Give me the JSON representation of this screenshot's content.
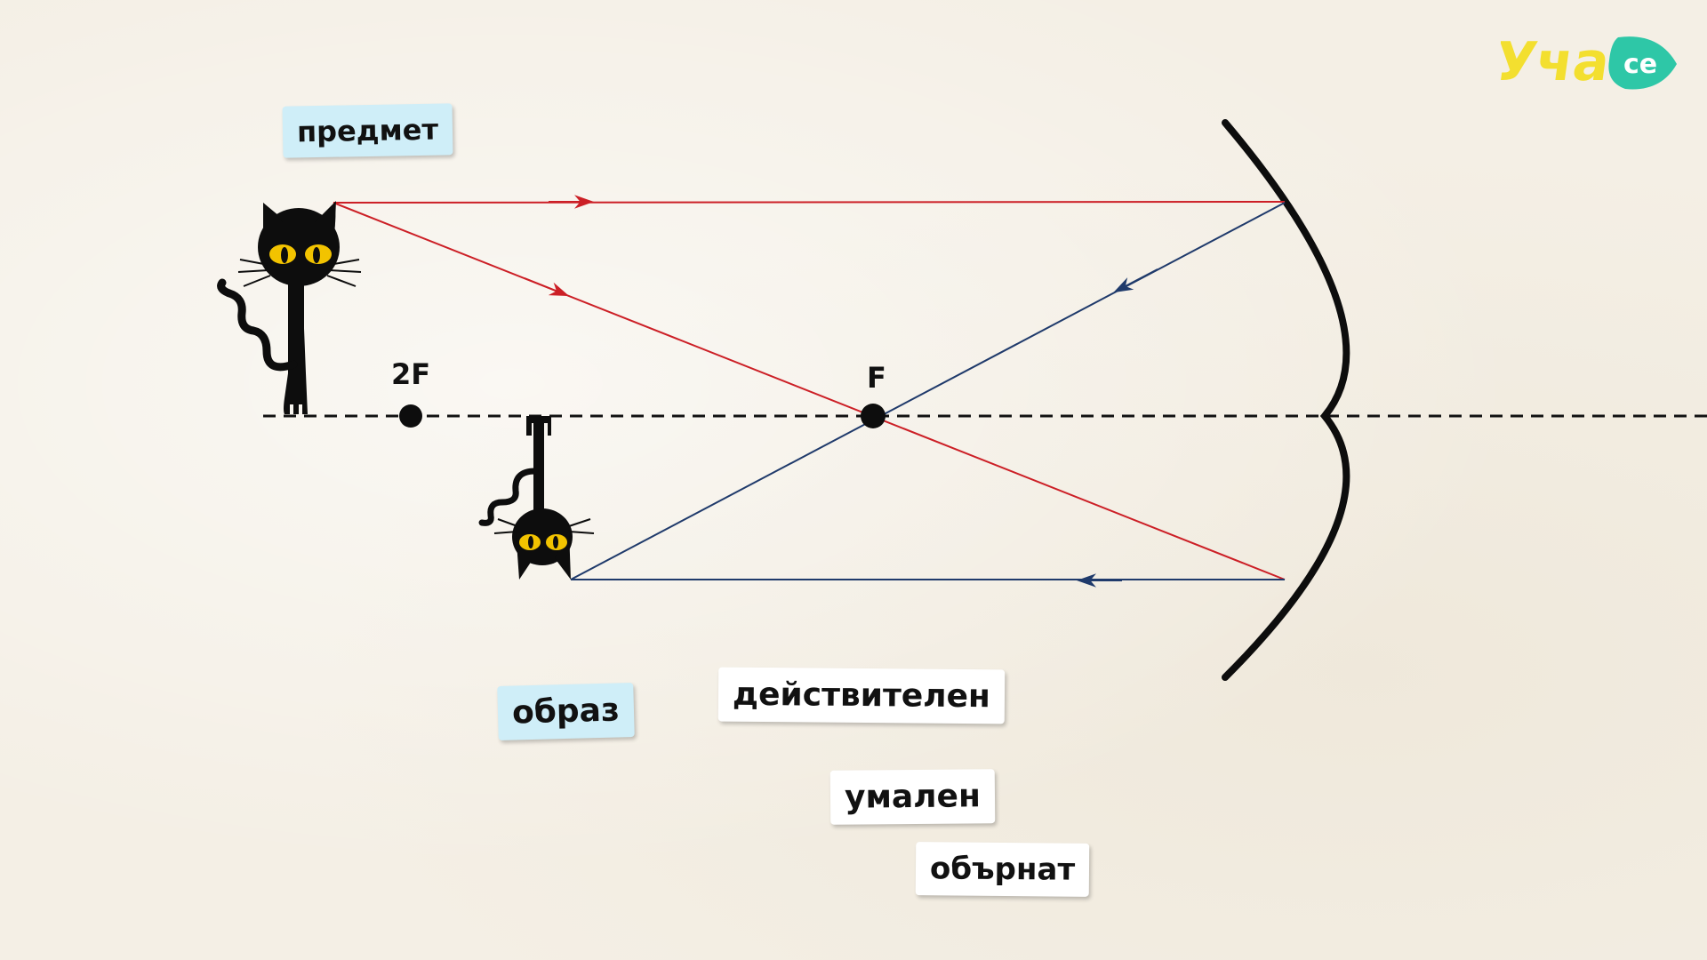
{
  "labels": {
    "object": "предмет",
    "image": "образ",
    "prop_real": "действителен",
    "prop_reduced": "умален",
    "prop_inverted": "обърнат",
    "point_2f": "2F",
    "point_f": "F"
  },
  "logo": {
    "text_main": "Уча",
    "text_badge": "се"
  },
  "colors": {
    "incident_ray": "#cc1f26",
    "reflected_ray": "#1f3a6b",
    "mirror": "#0d0d0d",
    "axis": "#111111",
    "logo_yellow": "#f3df2f",
    "logo_teal": "#2ec7a7",
    "cat": "#0d0d0d",
    "cat_eyes": "#f2c300"
  }
}
